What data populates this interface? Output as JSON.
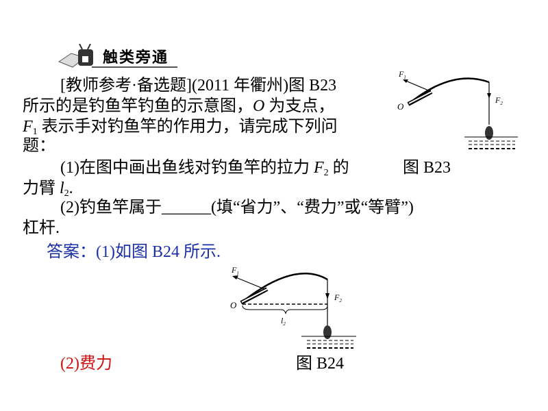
{
  "header": {
    "title": "触类旁通"
  },
  "question": {
    "line1": "[教师参考·备选题](2011 年衢州)图 B23",
    "line2a": "所示的是钓鱼竿钓鱼的示意图，",
    "line2_o": "O",
    "line2b": " 为支点，",
    "line3_f": "F",
    "line3_sub": "1",
    "line3b": " 表示手对钓鱼竿的作用力，请完成下列问",
    "line4": "题：",
    "q1a": "(1)在图中画出鱼线对钓鱼竿的拉力 ",
    "q1_f": "F",
    "q1_sub": "2",
    "q1b": " 的",
    "q1c": "力臂 ",
    "q1_l": "l",
    "q1_lsub": "2",
    "q1d": ".",
    "q2a": "(2)钓鱼竿属于______(填“省力”、“费力”或“等臂”)",
    "q2b": "杠杆."
  },
  "figure1": {
    "caption": "图  B23",
    "f1": "F",
    "f1sub": "1",
    "f2": "F",
    "f2sub": "2",
    "o": "O"
  },
  "answer": {
    "line1": "答案：(1)如图 B24 所示.",
    "line2": "(2)费力"
  },
  "figure2": {
    "caption": "图  B24",
    "f1": "F",
    "f1sub": "1",
    "f2": "F",
    "f2sub": "2",
    "o": "O",
    "l2": "l",
    "l2sub": "2"
  },
  "colors": {
    "answer_blue": "#1a2fa8",
    "answer_red": "#d01010"
  }
}
